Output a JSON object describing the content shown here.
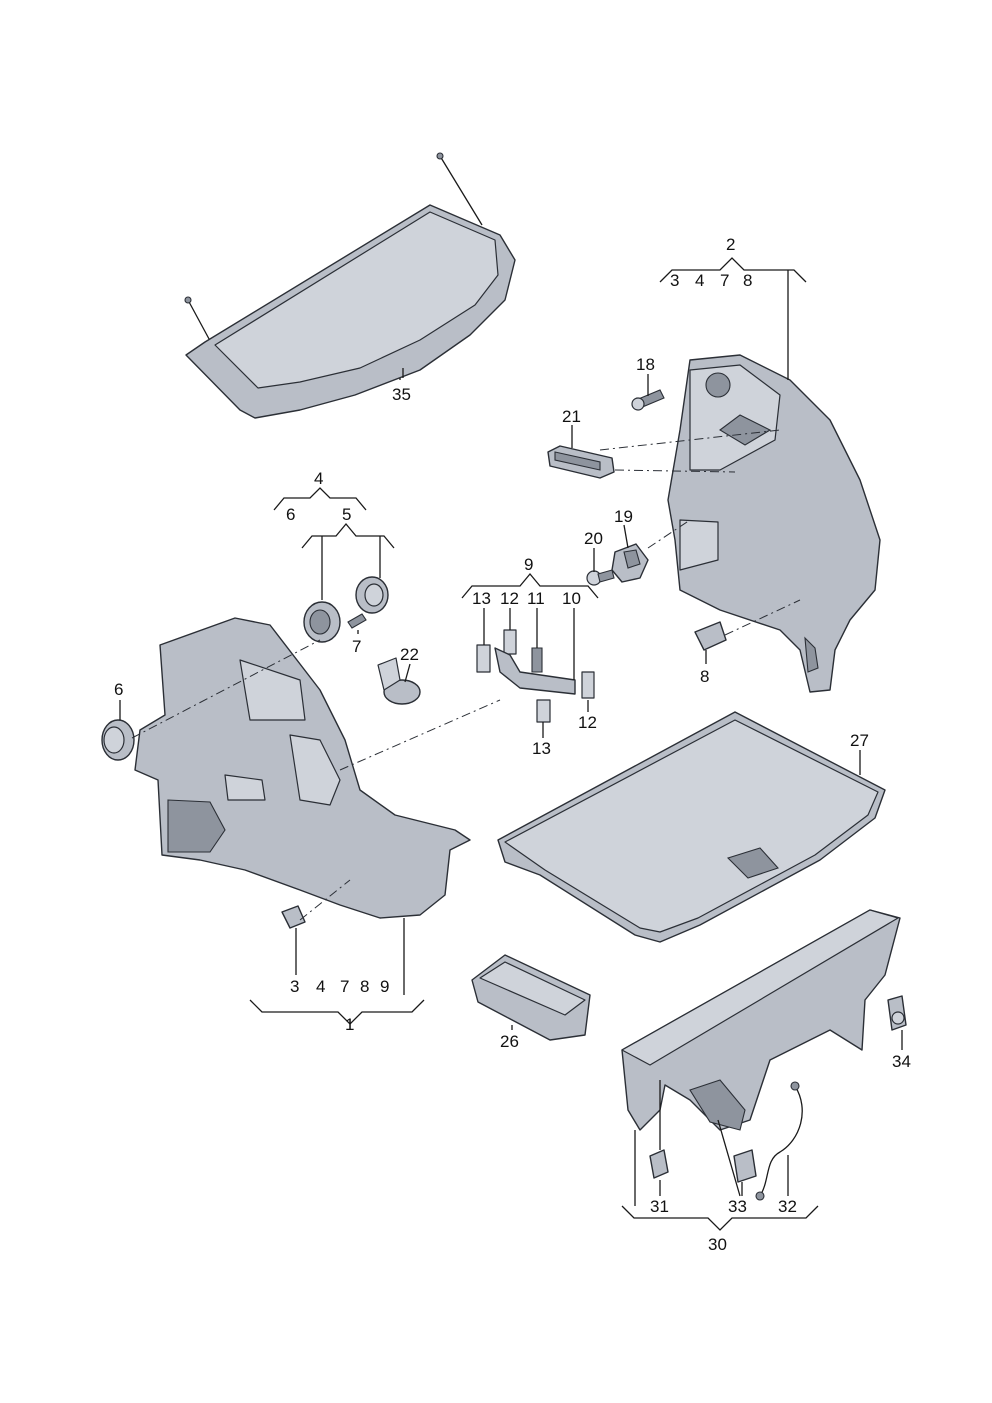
{
  "labels": {
    "l35": "35",
    "l2": "2",
    "l2_3": "3",
    "l2_4": "4",
    "l2_7": "7",
    "l2_8": "8",
    "l18": "18",
    "l21": "21",
    "l19": "19",
    "l20": "20",
    "l4": "4",
    "l4_6": "6",
    "l4_5": "5",
    "l6": "6",
    "l7": "7",
    "l22": "22",
    "l9": "9",
    "l9_13": "13",
    "l9_12": "12",
    "l9_11": "11",
    "l9_10": "10",
    "l12b": "12",
    "l13b": "13",
    "l8": "8",
    "l27": "27",
    "l1_3": "3",
    "l1_4": "4",
    "l1_7": "7",
    "l1_8": "8",
    "l1_9": "9",
    "l1": "1",
    "l26": "26",
    "l34": "34",
    "l31": "31",
    "l33": "33",
    "l32": "32",
    "l30": "30"
  }
}
